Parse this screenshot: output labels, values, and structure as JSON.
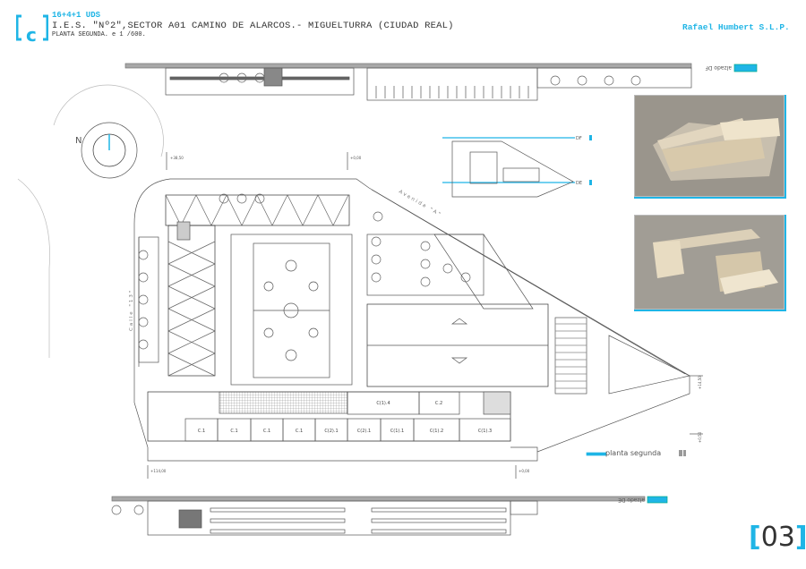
{
  "header": {
    "units": "16+4+1 UDS",
    "title": "I.E.S. \"Nº2\",SECTOR A01 CAMINO DE ALARCOS.- MIGUELTURRA (CIUDAD REAL)",
    "subtitle": "PLANTA SEGUNDA.",
    "scale": "e 1 /600.",
    "firm": "Rafael Humbert  S.L.P.",
    "logo_letter": "c"
  },
  "elevations": {
    "top_label": "alzado DF",
    "bottom_label": "alzado DE"
  },
  "key_plan": {
    "section_top": "DF",
    "section_bottom": "DE"
  },
  "north": {
    "label": "N"
  },
  "plan": {
    "streets": {
      "avenue": "Avenida \"A\"",
      "street": "Calle \"13\""
    },
    "levels": [
      "+38,50",
      "+0,00",
      "+114,00",
      "+0,00",
      "+14,50",
      "+0,50"
    ],
    "rooms_lower": [
      "C.1",
      "C.1",
      "C.1",
      "C.1",
      "C(2).1",
      "C(2).1",
      "C(1).1",
      "C(1).2",
      "C(1).3"
    ],
    "rooms_upper": [
      "C(1).4",
      "C.2"
    ]
  },
  "legend": {
    "label": "planta  segunda"
  },
  "sheet_number": "03",
  "colors": {
    "accent": "#1fb5e6",
    "line": "#555555",
    "bar": "#a8a8a8"
  }
}
